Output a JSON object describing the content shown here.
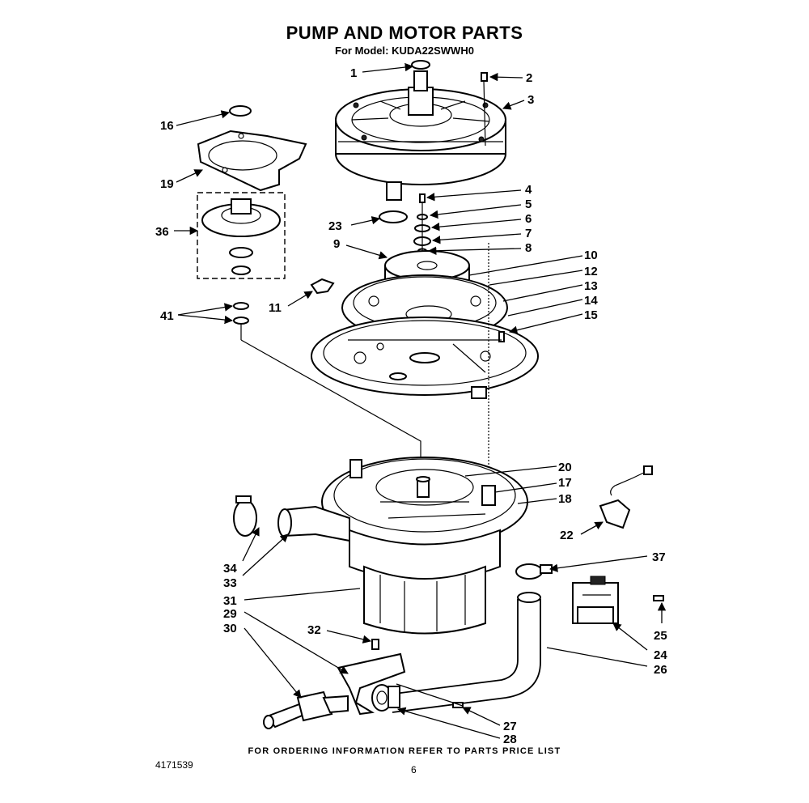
{
  "title": "PUMP AND MOTOR PARTS",
  "subtitle": "For Model: KUDA22SWWH0",
  "footer": "FOR ORDERING INFORMATION REFER TO PARTS PRICE LIST",
  "doc_number": "4171539",
  "page_number": "6",
  "callouts": {
    "c1": "1",
    "c2": "2",
    "c3": "3",
    "c4": "4",
    "c5": "5",
    "c6": "6",
    "c7": "7",
    "c8": "8",
    "c9": "9",
    "c10": "10",
    "c11": "11",
    "c12": "12",
    "c13": "13",
    "c14": "14",
    "c15": "15",
    "c16": "16",
    "c17": "17",
    "c18": "18",
    "c19": "19",
    "c20": "20",
    "c22": "22",
    "c23": "23",
    "c24": "24",
    "c25": "25",
    "c26": "26",
    "c27": "27",
    "c28": "28",
    "c29": "29",
    "c30": "30",
    "c31": "31",
    "c32": "32",
    "c33": "33",
    "c34": "34",
    "c36": "36",
    "c37": "37",
    "c41": "41"
  }
}
